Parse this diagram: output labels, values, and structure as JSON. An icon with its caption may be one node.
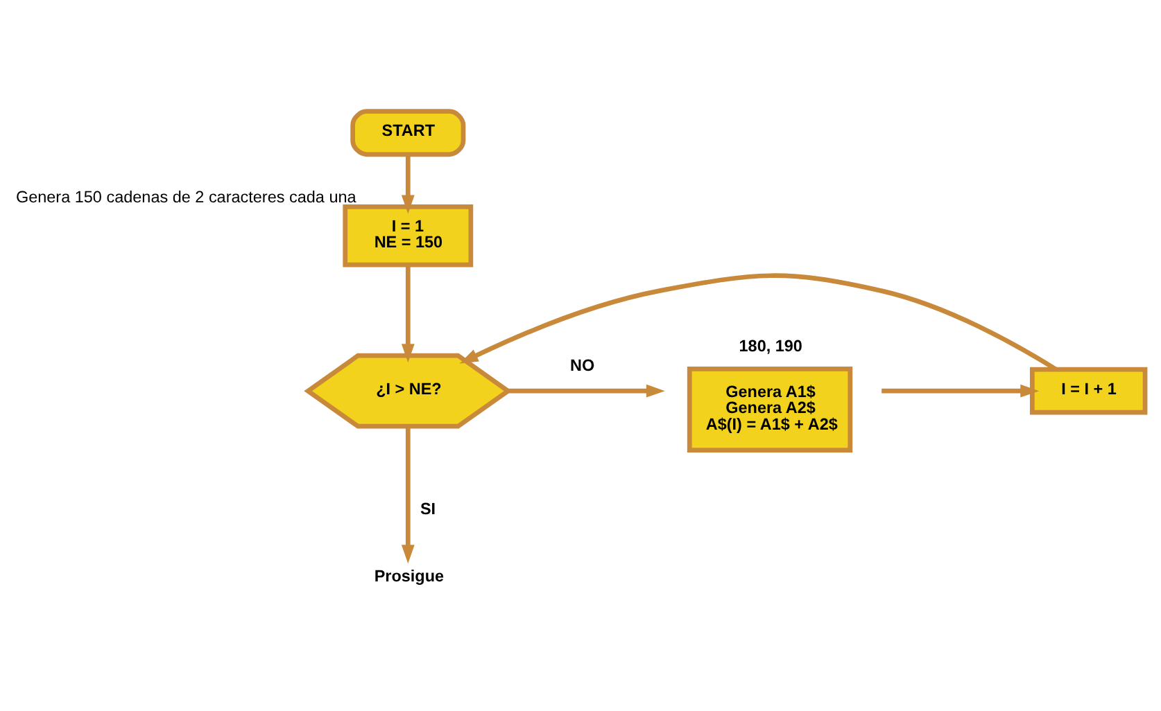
{
  "diagram": {
    "nodes": [
      {
        "text": [
          "START"
        ]
      },
      {
        "text": [
          "I = 1",
          "NE = 150"
        ],
        "beside": [
          "Genera 150 cadenas de 2 caracteres cada una"
        ]
      },
      {
        "text": [
          "¿I > NE?"
        ]
      },
      {
        "text": [
          "Genera A1$",
          "Genera A2$",
          "A$(I) = A1$ + A2$"
        ],
        "beside": [
          "180, 190"
        ]
      },
      {
        "text": [
          "I = I + 1"
        ]
      },
      {
        "text": [
          "Prosigue"
        ]
      }
    ],
    "edges": [
      {
        "from": 0,
        "to": 1,
        "arrow": "to"
      },
      {
        "from": 1,
        "to": 2,
        "arrow": "to"
      },
      {
        "from": 2,
        "to": 3,
        "arrow": "to",
        "label": "NO"
      },
      {
        "from": 3,
        "to": 4,
        "arrow": "to"
      },
      {
        "from": 4,
        "to": 2,
        "arrow": "to"
      },
      {
        "from": 2,
        "to": 5,
        "arrow": "to",
        "label": "SI"
      }
    ]
  }
}
